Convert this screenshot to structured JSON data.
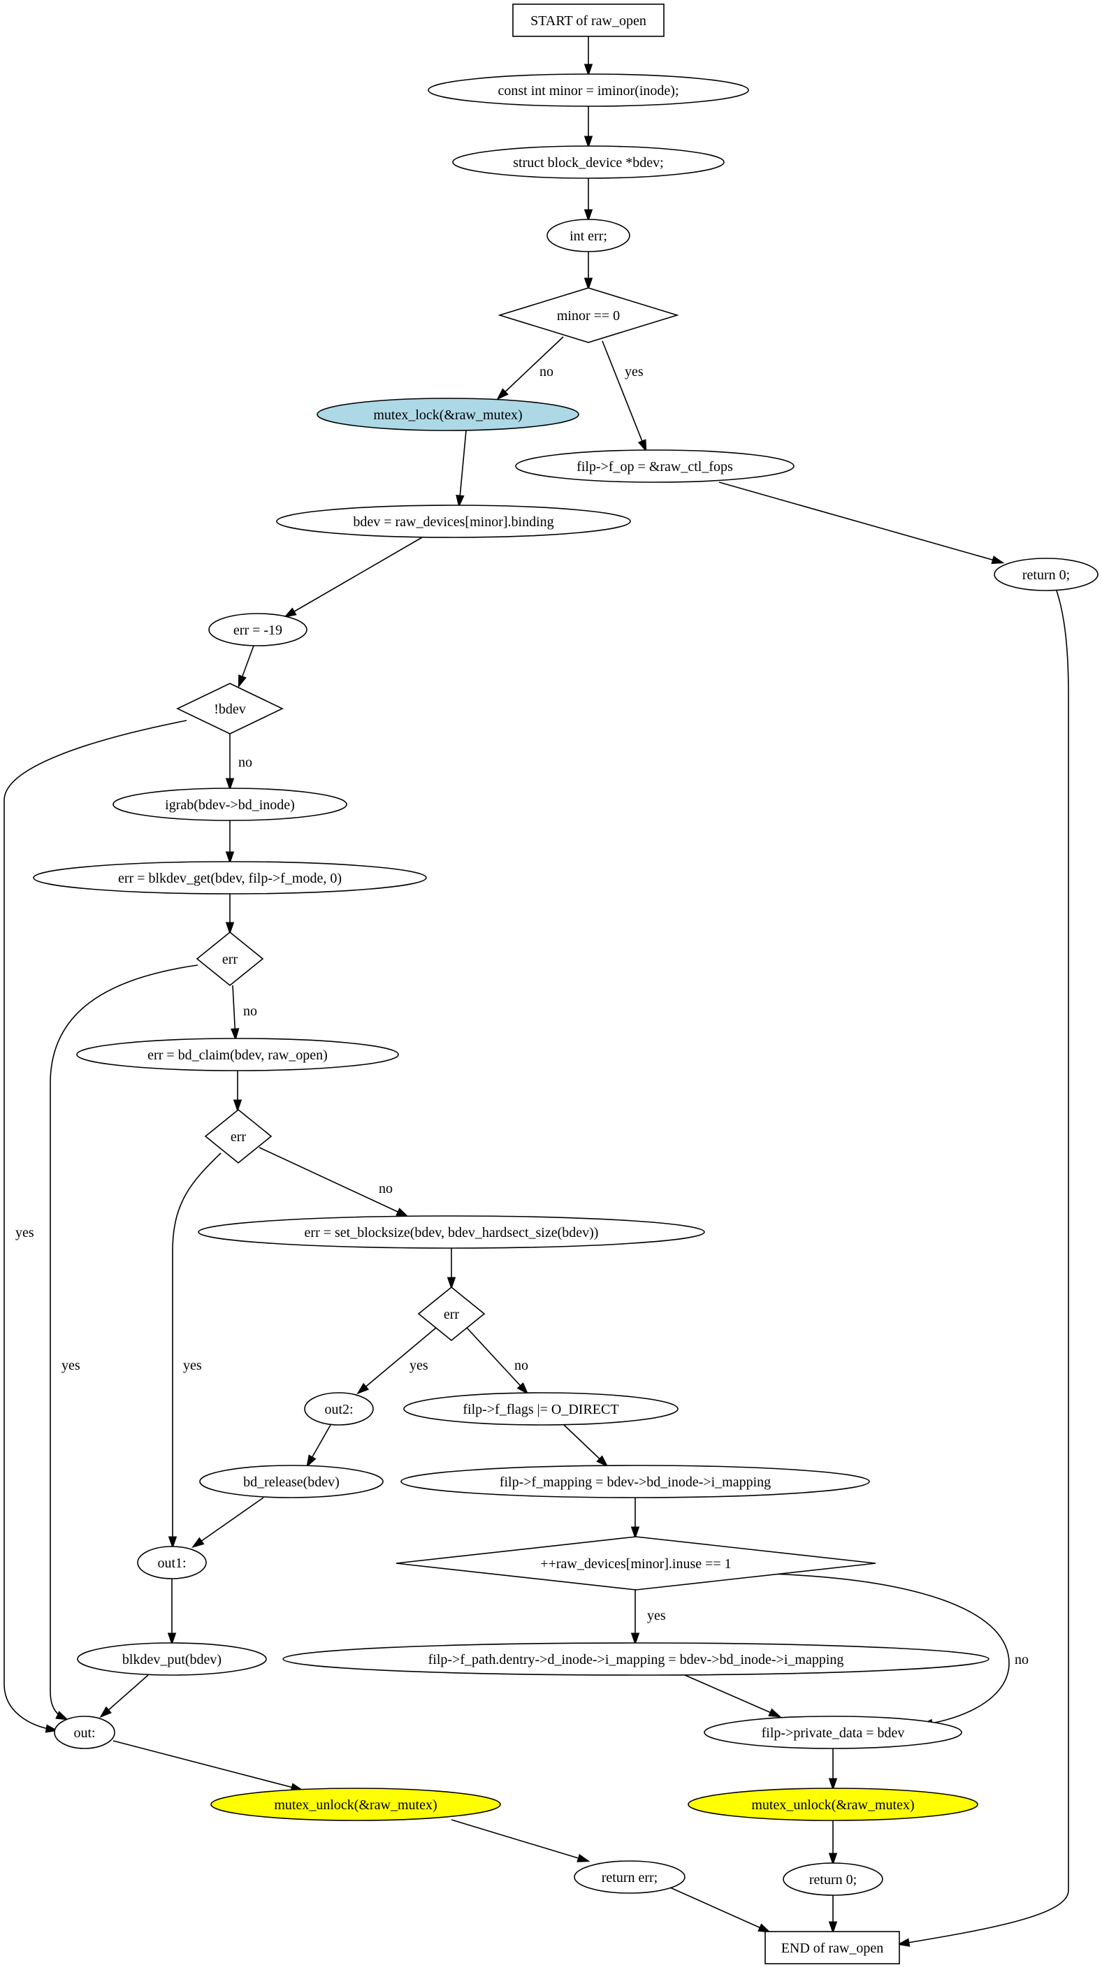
{
  "diagram": {
    "colors": {
      "default_fill": "#ffffff",
      "lightblue": "#add8e6",
      "yellow": "#ffff00",
      "stroke": "#000000"
    },
    "nodes": [
      {
        "id": "start",
        "shape": "box",
        "label": "START of raw_open"
      },
      {
        "id": "n1",
        "shape": "ellipse",
        "label": "const int minor = iminor(inode);"
      },
      {
        "id": "n2",
        "shape": "ellipse",
        "label": "struct block_device *bdev;"
      },
      {
        "id": "n3",
        "shape": "ellipse",
        "label": "int err;"
      },
      {
        "id": "d1",
        "shape": "diamond",
        "label": "minor == 0"
      },
      {
        "id": "lock",
        "shape": "ellipse",
        "label": "mutex_lock(&raw_mutex)",
        "fill": "lightblue"
      },
      {
        "id": "fop",
        "shape": "ellipse",
        "label": "filp->f_op = &raw_ctl_fops"
      },
      {
        "id": "bind",
        "shape": "ellipse",
        "label": "bdev = raw_devices[minor].binding"
      },
      {
        "id": "ret0a",
        "shape": "ellipse",
        "label": "return 0;"
      },
      {
        "id": "e19",
        "shape": "ellipse",
        "label": "err = -19"
      },
      {
        "id": "dbdev",
        "shape": "diamond",
        "label": "!bdev"
      },
      {
        "id": "igrab",
        "shape": "ellipse",
        "label": "igrab(bdev->bd_inode)"
      },
      {
        "id": "blkget",
        "shape": "ellipse",
        "label": "err = blkdev_get(bdev, filp->f_mode, 0)"
      },
      {
        "id": "derr1",
        "shape": "diamond",
        "label": "err"
      },
      {
        "id": "claim",
        "shape": "ellipse",
        "label": "err = bd_claim(bdev, raw_open)"
      },
      {
        "id": "derr2",
        "shape": "diamond",
        "label": "err"
      },
      {
        "id": "blksz",
        "shape": "ellipse",
        "label": "err = set_blocksize(bdev, bdev_hardsect_size(bdev))"
      },
      {
        "id": "derr3",
        "shape": "diamond",
        "label": "err"
      },
      {
        "id": "out2",
        "shape": "ellipse",
        "label": "out2:"
      },
      {
        "id": "flags",
        "shape": "ellipse",
        "label": "filp->f_flags |= O_DIRECT"
      },
      {
        "id": "release",
        "shape": "ellipse",
        "label": "bd_release(bdev)"
      },
      {
        "id": "mapping",
        "shape": "ellipse",
        "label": "filp->f_mapping = bdev->bd_inode->i_mapping"
      },
      {
        "id": "out1",
        "shape": "ellipse",
        "label": "out1:"
      },
      {
        "id": "dinuse",
        "shape": "diamond",
        "label": "++raw_devices[minor].inuse == 1"
      },
      {
        "id": "blkput",
        "shape": "ellipse",
        "label": "blkdev_put(bdev)"
      },
      {
        "id": "dentry",
        "shape": "ellipse",
        "label": "filp->f_path.dentry->d_inode->i_mapping = bdev->bd_inode->i_mapping"
      },
      {
        "id": "out",
        "shape": "ellipse",
        "label": "out:"
      },
      {
        "id": "priv",
        "shape": "ellipse",
        "label": "filp->private_data = bdev"
      },
      {
        "id": "unlock1",
        "shape": "ellipse",
        "label": "mutex_unlock(&raw_mutex)",
        "fill": "yellow"
      },
      {
        "id": "unlock2",
        "shape": "ellipse",
        "label": "mutex_unlock(&raw_mutex)",
        "fill": "yellow"
      },
      {
        "id": "reterr",
        "shape": "ellipse",
        "label": "return err;"
      },
      {
        "id": "ret0b",
        "shape": "ellipse",
        "label": "return 0;"
      },
      {
        "id": "end",
        "shape": "box",
        "label": "END of raw_open"
      }
    ],
    "edges": [
      {
        "from": "start",
        "to": "n1",
        "label": ""
      },
      {
        "from": "n1",
        "to": "n2",
        "label": ""
      },
      {
        "from": "n2",
        "to": "n3",
        "label": ""
      },
      {
        "from": "n3",
        "to": "d1",
        "label": ""
      },
      {
        "from": "d1",
        "to": "lock",
        "label": "no"
      },
      {
        "from": "d1",
        "to": "fop",
        "label": "yes"
      },
      {
        "from": "fop",
        "to": "ret0a",
        "label": ""
      },
      {
        "from": "ret0a",
        "to": "end",
        "label": ""
      },
      {
        "from": "lock",
        "to": "bind",
        "label": ""
      },
      {
        "from": "bind",
        "to": "e19",
        "label": ""
      },
      {
        "from": "e19",
        "to": "dbdev",
        "label": ""
      },
      {
        "from": "dbdev",
        "to": "igrab",
        "label": "no"
      },
      {
        "from": "dbdev",
        "to": "out",
        "label": "yes"
      },
      {
        "from": "igrab",
        "to": "blkget",
        "label": ""
      },
      {
        "from": "blkget",
        "to": "derr1",
        "label": ""
      },
      {
        "from": "derr1",
        "to": "claim",
        "label": "no"
      },
      {
        "from": "derr1",
        "to": "out",
        "label": "yes"
      },
      {
        "from": "claim",
        "to": "derr2",
        "label": ""
      },
      {
        "from": "derr2",
        "to": "blksz",
        "label": "no"
      },
      {
        "from": "derr2",
        "to": "out1",
        "label": "yes"
      },
      {
        "from": "blksz",
        "to": "derr3",
        "label": ""
      },
      {
        "from": "derr3",
        "to": "out2",
        "label": "yes"
      },
      {
        "from": "derr3",
        "to": "flags",
        "label": "no"
      },
      {
        "from": "out2",
        "to": "release",
        "label": ""
      },
      {
        "from": "release",
        "to": "out1",
        "label": ""
      },
      {
        "from": "flags",
        "to": "mapping",
        "label": ""
      },
      {
        "from": "mapping",
        "to": "dinuse",
        "label": ""
      },
      {
        "from": "out1",
        "to": "blkput",
        "label": ""
      },
      {
        "from": "dinuse",
        "to": "dentry",
        "label": "yes"
      },
      {
        "from": "dinuse",
        "to": "priv",
        "label": "no"
      },
      {
        "from": "blkput",
        "to": "out",
        "label": ""
      },
      {
        "from": "dentry",
        "to": "priv",
        "label": ""
      },
      {
        "from": "out",
        "to": "unlock1",
        "label": ""
      },
      {
        "from": "priv",
        "to": "unlock2",
        "label": ""
      },
      {
        "from": "unlock1",
        "to": "reterr",
        "label": ""
      },
      {
        "from": "unlock2",
        "to": "ret0b",
        "label": ""
      },
      {
        "from": "reterr",
        "to": "end",
        "label": ""
      },
      {
        "from": "ret0b",
        "to": "end",
        "label": ""
      }
    ]
  }
}
